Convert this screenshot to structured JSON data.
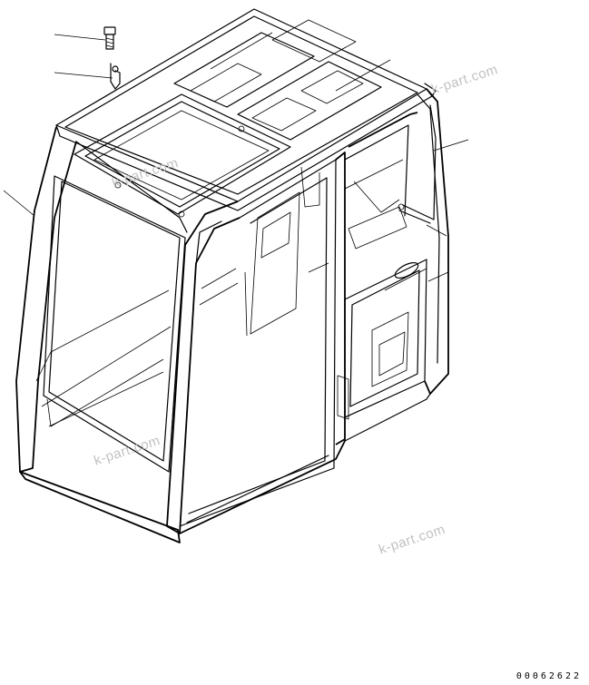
{
  "diagram": {
    "drawing_number": "00062622",
    "watermarks": [
      "k-part.com",
      "k-part.com",
      "k-part.com",
      "k-part.com"
    ]
  }
}
